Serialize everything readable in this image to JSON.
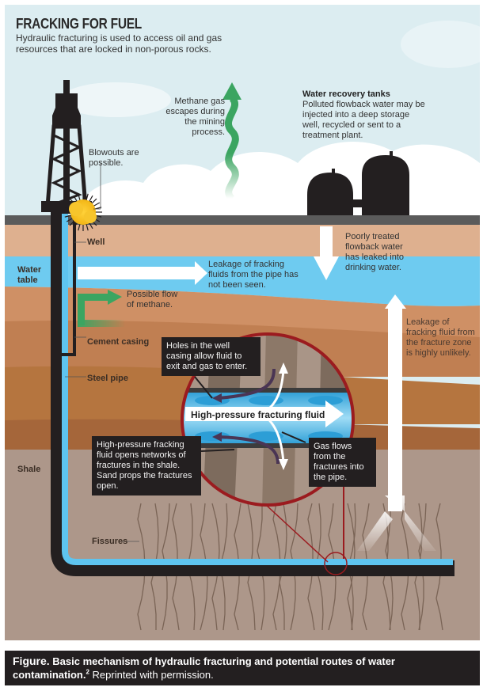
{
  "header": {
    "title": "FRACKING FOR FUEL",
    "subtitle": "Hydraulic fracturing is used to access oil and gas resources that are locked in non-porous rocks."
  },
  "annotations": {
    "methane_escape": "Methane gas escapes during the mining process.",
    "blowouts": "Blowouts are possible.",
    "tanks_title": "Water recovery tanks",
    "tanks_body": "Polluted flowback water may be injected into a deep storage well, recycled or sent to a treatment plant.",
    "well": "Well",
    "water_table": "Water table",
    "leakage_pipe": "Leakage of fracking fluids from the pipe has not been seen.",
    "methane_flow": "Possible flow of methane.",
    "poorly_treated": "Poorly treated flowback water has leaked into drinking water.",
    "cement_casing": "Cement casing",
    "steel_pipe": "Steel pipe",
    "leakage_fracture": "Leakage of fracking fluid from the fracture zone is highly unlikely.",
    "shale": "Shale",
    "fissures": "Fissures"
  },
  "callouts": {
    "holes": "Holes in the well casing allow fluid to exit and gas to enter.",
    "high_pressure_label": "High-pressure fracturing fluid",
    "opens_networks": "High-pressure fracking fluid opens networks of fractures in the shale. Sand props the fractures open.",
    "gas_flows": "Gas flows from the fractures into the pipe."
  },
  "caption": {
    "lead": "Figure.",
    "text": " Basic mechanism of hydraulic fracturing and potential routes of water contamination.",
    "ref": "2",
    "tail": " Reprinted with permission."
  },
  "colors": {
    "sky": "#dcedf1",
    "ground_surface": "#5b5b5b",
    "topsoil": "#deb08f",
    "water_table": "#6ecbf0",
    "rock_layer_1": "#cf9065",
    "rock_layer_2": "#c07f52",
    "rock_layer_3": "#b07040",
    "rock_layer_4": "#a5663a",
    "shale": "#ad978a",
    "pipe_fluid": "#5ec4ef",
    "methane_green": "#3ba561",
    "zoom_ring": "#9b1b1f",
    "callout_bg": "#231f20"
  }
}
